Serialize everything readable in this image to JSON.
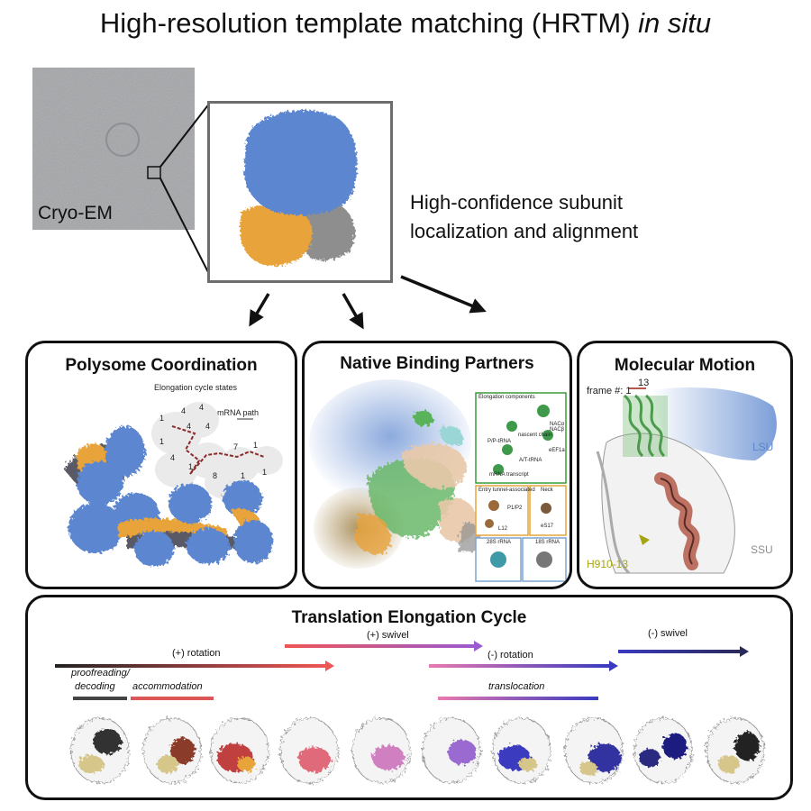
{
  "title": {
    "main": "High-resolution template matching (HRTM)",
    "italic": "in situ"
  },
  "cryo_em": {
    "label": "Cryo-EM"
  },
  "localization_text": {
    "line1": "High-confidence subunit",
    "line2": "localization and alignment"
  },
  "panels": {
    "polysome": {
      "title": "Polysome Coordination",
      "elongation_states_label": "Elongation cycle states",
      "mrna_path_label": "mRNA path",
      "state_numbers": [
        "1",
        "4",
        "4",
        "1",
        "4",
        "4",
        "4",
        "1",
        "7",
        "1",
        "8",
        "1",
        "1"
      ]
    },
    "binding": {
      "title": "Native Binding Partners",
      "boxes": {
        "elongation": {
          "title": "Elongation components",
          "labels": [
            "NACα",
            "NACβ",
            "nascent chain",
            "P/P-tRNA",
            "eEF1a",
            "A/T-tRNA",
            "mRNA transcript"
          ]
        },
        "entry_tunnel": {
          "title": "Entry tunnel-associated",
          "labels": [
            "P1/P2",
            "L12"
          ]
        },
        "neck": {
          "title": "Neck",
          "labels": [
            "eS17"
          ]
        },
        "rrna28": {
          "title": "28S rRNA"
        },
        "rrna18": {
          "title": "18S rRNA"
        }
      }
    },
    "motion": {
      "title": "Molecular Motion",
      "frame_label": "frame #: 1",
      "frame_end": "13",
      "lsu": "LSU",
      "ssu": "SSU",
      "helix": "H910-13"
    }
  },
  "elongation_cycle": {
    "title": "Translation Elongation Cycle",
    "stages": [
      {
        "label": "(+) rotation",
        "italic": false
      },
      {
        "label": "(+) swivel",
        "italic": false
      },
      {
        "label": "(-) rotation",
        "italic": false
      },
      {
        "label": "(-) swivel",
        "italic": false
      },
      {
        "label": "proofreading/",
        "italic": true
      },
      {
        "label": "decoding",
        "italic": true
      },
      {
        "label": "accommodation",
        "italic": true
      },
      {
        "label": "translocation",
        "italic": true
      }
    ]
  },
  "colors": {
    "lsu_blue": "#5b86cf",
    "ssu_orange": "#e8a33b",
    "ssu_gray": "#8e8e8e",
    "frame_border": "#6d6d6d",
    "helix_red": "#b35a4a",
    "helix_green": "#6ab76a",
    "motion_label_yellow": "#a5a513",
    "elongation_green_border": "#3a9c3a",
    "neck_orange_border": "#e8a33b",
    "rrna_blue_border": "#7ca4cf"
  }
}
